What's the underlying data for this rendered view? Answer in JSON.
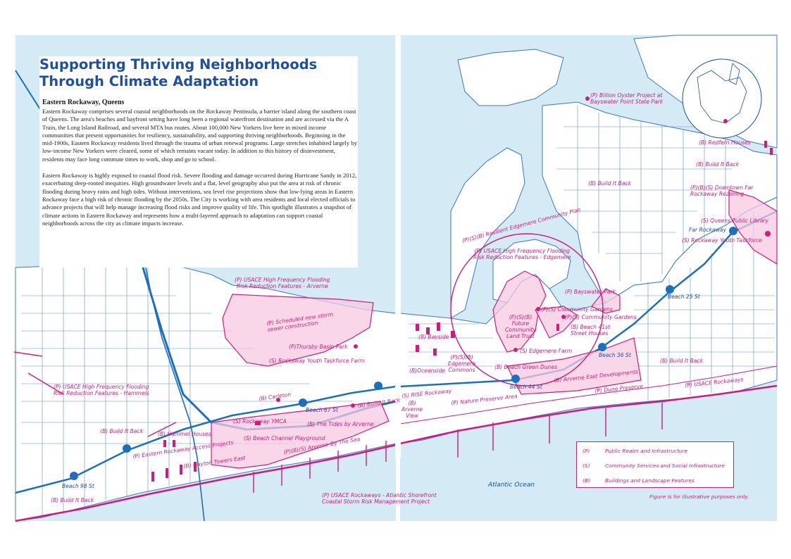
{
  "header": {
    "title": "Supporting Thriving Neighborhoods Through Climate Adaptation",
    "subtitle": "Eastern Rockaway, Queens"
  },
  "body": {
    "paragraph_1": "Eastern Rockaway comprises several coastal neighborhoods on the Rockaway Peninsula, a barrier island along the southern coast of Queens. The area's beaches and bayfront setting have long been a regional waterfront destination and are accessed via the A Train, the Long Island Railroad, and several MTA bus routes. About 100,000 New Yorkers live here in mixed income communities that present opportunities for resiliency, sustainability, and supporting thriving neighborhoods. Beginning in the mid-1900s, Eastern Rockaway residents lived through the trauma of urban renewal programs. Large stretches inhabited largely by low-income New Yorkers were cleared, some of which remains vacant today. In addition to this history of disinvestment, residents may face long commute times to work, shop and go to school.",
    "paragraph_2": "Eastern Rockaway is highly exposed to coastal flood risk. Severe flooding and damage occurred during Hurricane Sandy in 2012, exacerbating deep-rooted inequities. High groundwater levels and a flat, level geography also put the area at risk of chronic flooding during heavy rains and high tides. Without interventions, sea level rise projections show that low-lying areas in Eastern Rockaway face a high risk of chronic flooding by the 2050s. The City is working with area residents and local elected officials to advance projects that will help manage increasing flood risks and improve quality of life. This spotlight illustrates a snapshot of climate actions in Eastern Rockaway and represents how a multi-layered approach to adaptation can support coastal neighborhoods across the city as climate impacts increase."
  },
  "map": {
    "ocean_label": "Atlantic Ocean",
    "stations": {
      "beach98": "Beach 98 St",
      "beach67": "Beach 67 St",
      "beach44": "Beach 44 St",
      "beach36": "Beach 36 St",
      "beach25": "Beach 25 St",
      "farrockaway": "Far Rockaway"
    },
    "labels": {
      "billion_oyster": "(P) Billion Oyster Project at\nBayswater Point State Park",
      "redfern": "(B) Redfern Houses",
      "build_it_back_ne": "(B) Build It Back",
      "build_it_back_n": "(B) Build It Back",
      "downtown_far_rockaway": "(P)(B)(S) Downtown Far\nRockaway Rezoning",
      "queens_library": "(S) Queens Public Library",
      "youth_taskforce_e": "(S) Rockaway Youth Taskforce",
      "resilient_edgemere": "(P)(S)(B) Resilient Edgemere Community Plan",
      "usace_edgemere": "(P) USACE High Frequency Flooding\nRisk Reduction Features - Edgemere",
      "bayswater_park": "(P) Bayswater Park",
      "community_gardens_1": "(P)(S) Community Gardens",
      "community_gardens_2": "(P)(S) Community Gardens",
      "beach41_houses": "(B) Beach 41st\nStreet Houses",
      "future_land_trust": "(P)(S)(B)\nFuture\nCommunity\nLand Trust",
      "edgemere_farm": "(S) Edgemere Farm",
      "beach_green_dunes": "(B) Beach Green Dunes",
      "bayside": "(B) Bayside",
      "oceanside": "(B)Oceanside",
      "edgemere_commons": "(P)(S)(B)\nEdgemere\nCommons",
      "build_it_back_e": "(B) Build It Back",
      "arverne_east": "(B) Arverne East Developments",
      "dune_preserve": "(P) Dune Preserve",
      "usace_rockaways": "(P) USACE Rockaways",
      "rise_rockaway": "(S) RISE Rockaway",
      "nature_preserve": "(P) Nature Preserve Area",
      "arverne_view": "(B)\nArverne\nView",
      "usace_arverne": "(P) USACE High Frequency Flooding\nRisk Reduction Features - Arverne",
      "scheduled_storm_sewer": "(P) Scheduled new storm\nsewer construction",
      "thursby_basin": "(P)Thursby Basin Park",
      "youth_taskforce_farm": "(S) Rockaway Youth Taskforce Farm",
      "usace_hammels": "(P) USACE High Frequency Flooding\nRisk Reduction Features - Hammels",
      "carleton": "(B) Carleton",
      "build_it_back_mid": "(B) Build It Back",
      "build_it_back_w": "(B) Build It Back",
      "hammel_houses": "(B) Hammel Houses",
      "rockaway_ymca": "(S) Rockaway YMCA",
      "tides_arverne": "(B) The Tides by Arverne",
      "beach_channel_playground": "(S) Beach Channel Playground",
      "access_projects": "(P) Eastern Rockaway Access Projects",
      "dayton_towers": "(B) Dayton Towers East",
      "arverne_by_sea": "(P)(B)(S) Arverne By The Sea",
      "build_it_back_sw": "(B) Build It Back",
      "usace_atlantic": "(P) USACE Rockaways - Atlantic Shorefront\nCoastal Storm Risk Management Project"
    }
  },
  "legend": {
    "items": [
      {
        "key": "(P)",
        "label": "Public Realm and Infrastructure"
      },
      {
        "key": "(S)",
        "label": "Community Services and Social Infrastructure"
      },
      {
        "key": "(B)",
        "label": "Buildings and Landscape Features"
      }
    ],
    "note": "Figure is for illustrative purposes only."
  },
  "colors": {
    "water": "#d4eaf4",
    "land": "#ffffff",
    "road": "#3a78c2",
    "transit": "#1c6fbf",
    "accent": "#d11a7a",
    "highlight": "#f7c9e0",
    "title": "#1f4fa0"
  }
}
